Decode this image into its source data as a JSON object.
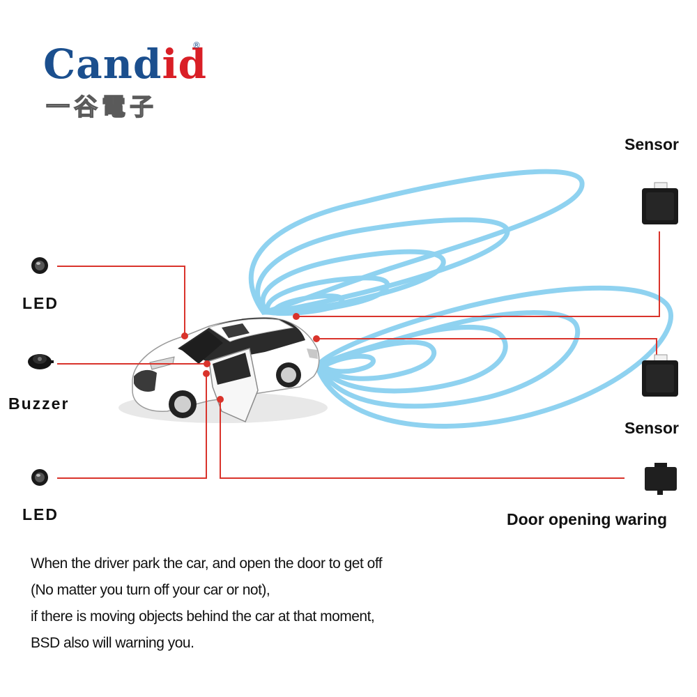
{
  "logo": {
    "wordmark_part1": "Cand",
    "wordmark_part2": "id",
    "registered": "®",
    "subtitle_cjk": "一谷電子",
    "colors": {
      "primary": "#1b4f8e",
      "accent": "#d91f26"
    }
  },
  "components": {
    "led_top": {
      "label": "LED",
      "icon": "led-indicator-icon"
    },
    "buzzer": {
      "label": "Buzzer",
      "icon": "buzzer-icon"
    },
    "led_bottom": {
      "label": "LED",
      "icon": "led-indicator-icon"
    },
    "sensor_top": {
      "label": "Sensor",
      "icon": "radar-sensor-icon"
    },
    "sensor_bottom": {
      "label": "Sensor",
      "icon": "radar-sensor-icon"
    },
    "door_warning": {
      "label": "Door opening waring",
      "icon": "door-module-icon"
    }
  },
  "description": {
    "lines": [
      "When the driver park the car, and open the door to get off",
      "(No matter you turn off your car or not),",
      "if there is moving objects behind the car at that moment,",
      "BSD also will warning you."
    ]
  },
  "colors": {
    "wires": "#d9332b",
    "detection_waves": "#8fd2f0",
    "car_body": "#ffffff",
    "device_body": "#1a1a1a"
  }
}
